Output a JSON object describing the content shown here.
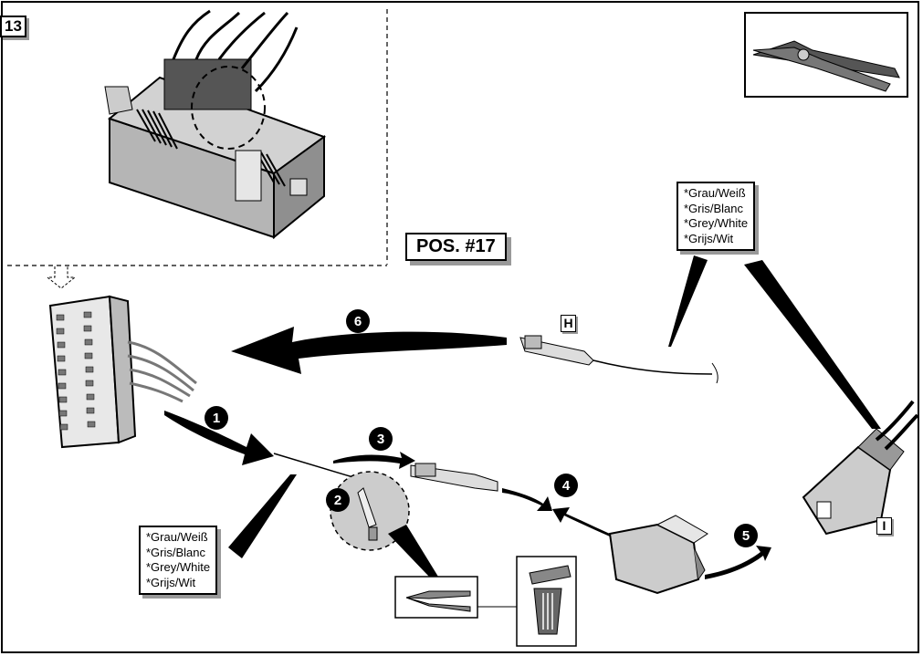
{
  "step_number": "13",
  "position_label": "POS. #17",
  "connector_labels": {
    "h": "H",
    "i": "I"
  },
  "color_callout_top": [
    "*Grau/Weiß",
    "*Gris/Blanc",
    "*Grey/White",
    "*Grijs/Wit"
  ],
  "color_callout_bottom": [
    "*Grau/Weiß",
    "*Gris/Blanc",
    "*Grey/White",
    "*Grijs/Wit"
  ],
  "step_markers": [
    "1",
    "2",
    "3",
    "4",
    "5",
    "6"
  ],
  "icons": [
    "crimping-pliers-icon",
    "side-cutter-icon",
    "trash-bin-icon"
  ]
}
